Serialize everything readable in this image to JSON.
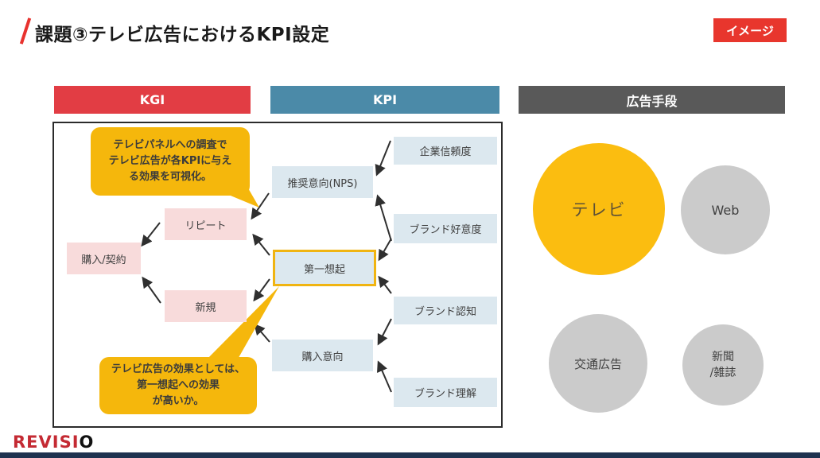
{
  "title": "課題③テレビ広告におけるKPI設定",
  "badge": "イメージ",
  "columns": {
    "kgi": "KGI",
    "kpi": "KPI",
    "channels": "広告手段"
  },
  "notes": {
    "top": {
      "line1": "テレビパネルへの調査で",
      "line2": "テレビ広告が各KPIに与え",
      "line3": "る効果を可視化。"
    },
    "bottom": {
      "line1": "テレビ広告の効果としては、",
      "line2": "第一想起への効果",
      "line3": "が高いか。"
    }
  },
  "kgi": {
    "repeat": "リピート",
    "purchase_contract": "購入/契約",
    "new_customer": "新規"
  },
  "kpi": {
    "nps": "推奨意向(NPS)",
    "first_recall": "第一想起",
    "purchase_intent": "購入意向"
  },
  "sub_kpi": {
    "corporate_trust": "企業信頼度",
    "brand_favor": "ブランド好意度",
    "brand_awareness": "ブランド認知",
    "brand_understanding": "ブランド理解"
  },
  "channels": {
    "tv": "テレビ",
    "web": "Web",
    "transit": "交通広告",
    "newspaper_line1": "新聞",
    "newspaper_line2": "/雑誌"
  },
  "logo": {
    "main": "REVISI",
    "o": "O"
  },
  "colors": {
    "kgi_header": "#E23D44",
    "kpi_header": "#4B8AA8",
    "channel_header": "#595959",
    "badge_red": "#E8362D",
    "bubble_yellow": "#F5B70C",
    "kgi_box_pink": "#F8DBDB",
    "kpi_box_blue": "#DCE8EF",
    "highlight_border": "#F0B411",
    "tv_circle": "#FBBD10",
    "gray_circle": "#CBCBCB",
    "footer_navy": "#1E3250",
    "logo_red": "#C42A33"
  }
}
